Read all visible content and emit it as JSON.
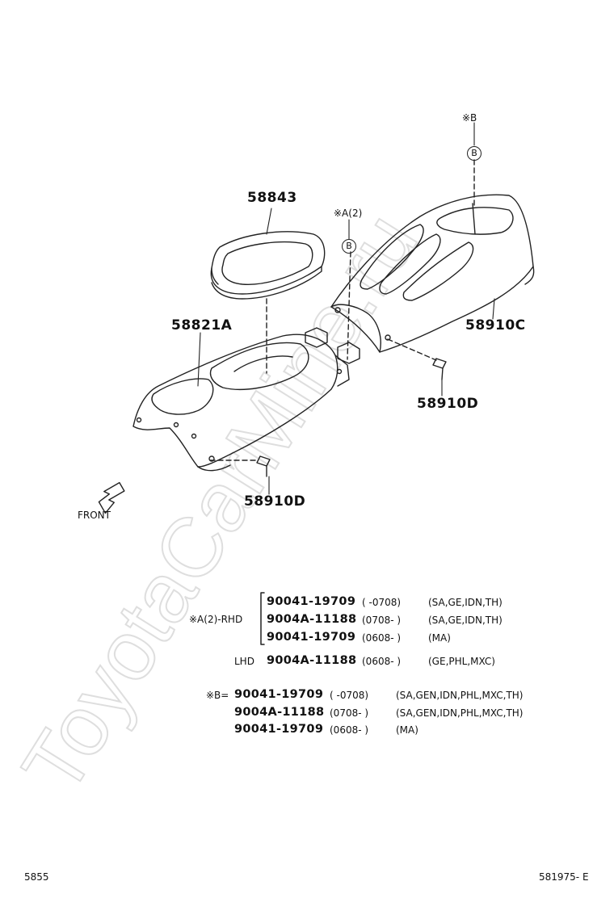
{
  "callouts": {
    "bezel": "58843",
    "lower_panel": "58821A",
    "upper_box": "58910C",
    "screw_right": "58910D",
    "screw_left": "58910D",
    "note_b": "※B",
    "note_a": "※A(2)",
    "circle_b": "B",
    "front": "FRONT"
  },
  "table": {
    "a_label": "※A(2)-RHD",
    "lhd_label": "LHD",
    "b_label": "※B=",
    "rows_a": [
      {
        "code": "90041-19709",
        "range": "(        -0708)",
        "markets": "(SA,GE,IDN,TH)"
      },
      {
        "code": "9004A-11188",
        "range": "(0708-        )",
        "markets": "(SA,GE,IDN,TH)"
      },
      {
        "code": "90041-19709",
        "range": "(0608-        )",
        "markets": "(MA)"
      }
    ],
    "row_lhd": {
      "code": "9004A-11188",
      "range": "(0608-        )",
      "markets": "(GE,PHL,MXC)"
    },
    "rows_b": [
      {
        "code": "90041-19709",
        "range": "(        -0708)",
        "markets": "(SA,GEN,IDN,PHL,MXC,TH)"
      },
      {
        "code": "9004A-11188",
        "range": "(0708-        )",
        "markets": "(SA,GEN,IDN,PHL,MXC,TH)"
      },
      {
        "code": "90041-19709",
        "range": "(0608-        )",
        "markets": "(MA)"
      }
    ]
  },
  "footer": {
    "left": "5855",
    "right": "581975- E"
  },
  "watermark": "ToyotaCarMine.ru"
}
